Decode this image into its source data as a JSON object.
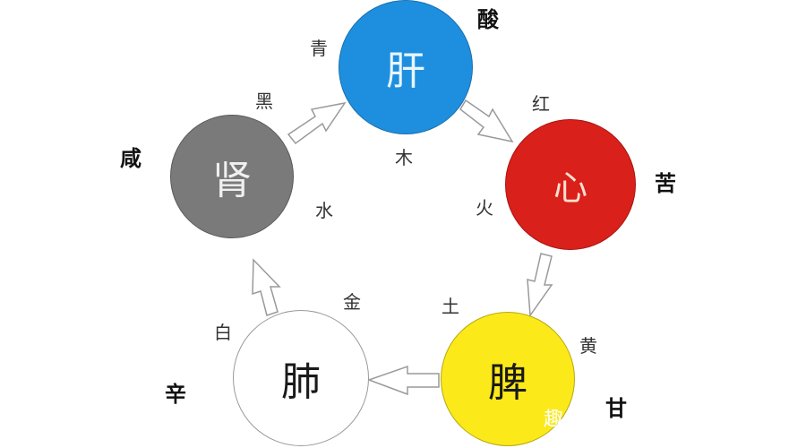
{
  "diagram": {
    "type": "five-elements-cycle",
    "nodes": [
      {
        "id": "liver",
        "organ": "肝",
        "element": "木",
        "color_name": "青",
        "taste": "酸",
        "fill": "#1e8fde",
        "text_color": "#e8f6ff"
      },
      {
        "id": "heart",
        "organ": "心",
        "element": "火",
        "color_name": "红",
        "taste": "苦",
        "fill": "#d9201b",
        "text_color": "#fde0d0"
      },
      {
        "id": "spleen",
        "organ": "脾",
        "element": "土",
        "color_name": "黄",
        "taste": "甘",
        "fill": "#fbe91a",
        "text_color": "#1a1a1a"
      },
      {
        "id": "lung",
        "organ": "肺",
        "element": "金",
        "color_name": "白",
        "taste": "辛",
        "fill": "#ffffff",
        "text_color": "#1a1a1a"
      },
      {
        "id": "kidney",
        "organ": "肾",
        "element": "水",
        "color_name": "黑",
        "taste": "咸",
        "fill": "#7a7a7a",
        "text_color": "#f0f0f0"
      }
    ],
    "edges": [
      {
        "from": "liver",
        "to": "heart"
      },
      {
        "from": "heart",
        "to": "spleen"
      },
      {
        "from": "spleen",
        "to": "lung"
      },
      {
        "from": "lung",
        "to": "kidney"
      },
      {
        "from": "kidney",
        "to": "liver"
      }
    ]
  },
  "watermark": "趣"
}
